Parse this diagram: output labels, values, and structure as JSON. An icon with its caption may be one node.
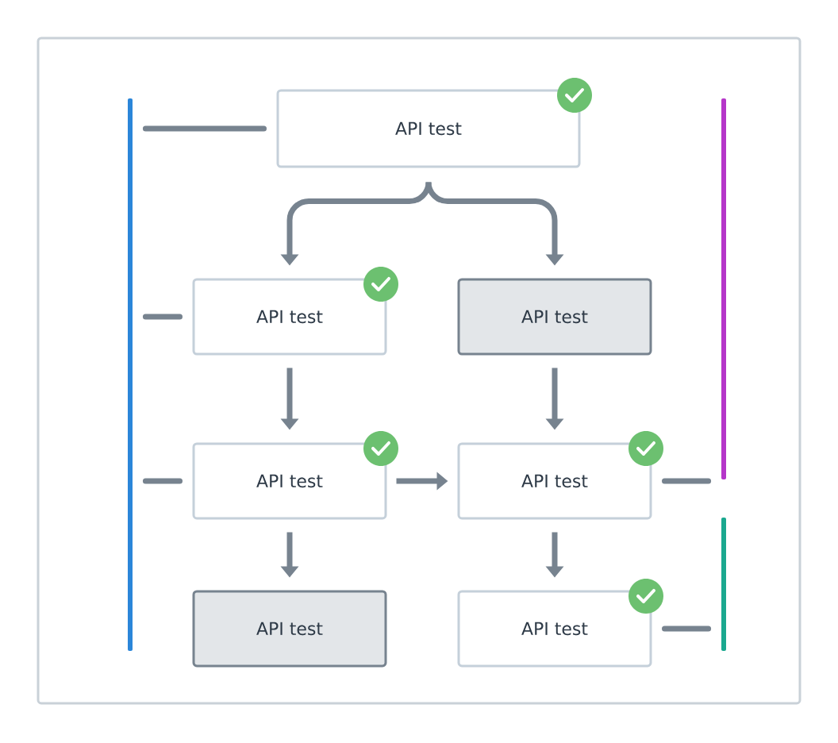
{
  "diagram": {
    "nodes": [
      {
        "text": [],
        "shape": "bar"
      },
      {
        "text": [
          "API test"
        ]
      },
      {
        "text": [],
        "shape": "bar"
      },
      {
        "text": [
          "API test"
        ]
      },
      {
        "text": [
          "API test"
        ]
      },
      {
        "text": [
          "API test"
        ]
      },
      {
        "text": [
          "API test"
        ]
      },
      {
        "text": [],
        "shape": "bar"
      },
      {
        "text": [
          "API test"
        ]
      },
      {
        "text": [
          "API test"
        ]
      }
    ],
    "edges": [
      {
        "from": 0,
        "to": 1,
        "arrow": "none"
      },
      {
        "from": 1,
        "to": 3,
        "arrow": "to"
      },
      {
        "from": 1,
        "to": 4,
        "arrow": "to"
      },
      {
        "from": 0,
        "to": 3,
        "arrow": "none"
      },
      {
        "from": 3,
        "to": 5,
        "arrow": "to"
      },
      {
        "from": 4,
        "to": 6,
        "arrow": "to"
      },
      {
        "from": 0,
        "to": 5,
        "arrow": "none"
      },
      {
        "from": 5,
        "to": 6,
        "arrow": "to"
      },
      {
        "from": 6,
        "to": 2,
        "arrow": "none"
      },
      {
        "from": 5,
        "to": 8,
        "arrow": "to"
      },
      {
        "from": 6,
        "to": 9,
        "arrow": "to"
      },
      {
        "from": 9,
        "to": 7,
        "arrow": "none"
      }
    ]
  }
}
